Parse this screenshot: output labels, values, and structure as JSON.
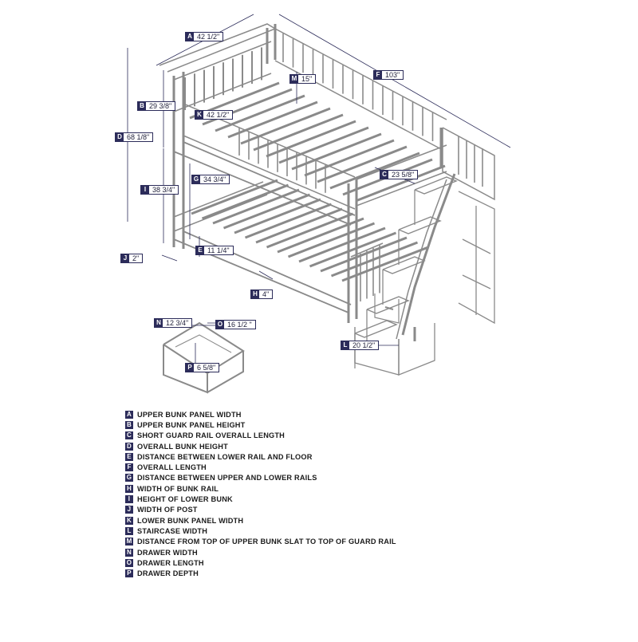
{
  "accent_color": "#2c2c5a",
  "line_color": "#8a8a8a",
  "dimensions": [
    {
      "letter": "A",
      "value": "42 1/2\""
    },
    {
      "letter": "B",
      "value": "29 3/8\""
    },
    {
      "letter": "C",
      "value": "23 5/8\""
    },
    {
      "letter": "D",
      "value": "68 1/8\""
    },
    {
      "letter": "E",
      "value": "11 1/4\""
    },
    {
      "letter": "F",
      "value": "103\""
    },
    {
      "letter": "G",
      "value": "34 3/4\""
    },
    {
      "letter": "H",
      "value": "4\""
    },
    {
      "letter": "I",
      "value": "38 3/4\""
    },
    {
      "letter": "J",
      "value": "2\""
    },
    {
      "letter": "K",
      "value": "42 1/2\""
    },
    {
      "letter": "L",
      "value": "20 1/2\""
    },
    {
      "letter": "M",
      "value": "15\""
    },
    {
      "letter": "N",
      "value": "12 3/4\""
    },
    {
      "letter": "O",
      "value": "16 1/2 \""
    },
    {
      "letter": "P",
      "value": "6 5/8\""
    }
  ],
  "legend": [
    {
      "letter": "A",
      "text": "UPPER BUNK PANEL WIDTH"
    },
    {
      "letter": "B",
      "text": "UPPER BUNK PANEL HEIGHT"
    },
    {
      "letter": "C",
      "text": "SHORT GUARD RAIL OVERALL LENGTH"
    },
    {
      "letter": "D",
      "text": "OVERALL BUNK HEIGHT"
    },
    {
      "letter": "E",
      "text": "DISTANCE BETWEEN LOWER RAIL AND FLOOR"
    },
    {
      "letter": "F",
      "text": "OVERALL LENGTH"
    },
    {
      "letter": "G",
      "text": "DISTANCE BETWEEN UPPER AND LOWER RAILS"
    },
    {
      "letter": "H",
      "text": "WIDTH OF BUNK RAIL"
    },
    {
      "letter": "I",
      "text": "HEIGHT OF LOWER BUNK"
    },
    {
      "letter": "J",
      "text": "WIDTH OF POST"
    },
    {
      "letter": "K",
      "text": "LOWER BUNK PANEL WIDTH"
    },
    {
      "letter": "L",
      "text": "STAIRCASE WIDTH"
    },
    {
      "letter": "M",
      "text": "DISTANCE FROM TOP OF UPPER BUNK SLAT TO TOP OF GUARD RAIL"
    },
    {
      "letter": "N",
      "text": "DRAWER WIDTH"
    },
    {
      "letter": "O",
      "text": "DRAWER LENGTH"
    },
    {
      "letter": "P",
      "text": "DRAWER DEPTH"
    }
  ]
}
